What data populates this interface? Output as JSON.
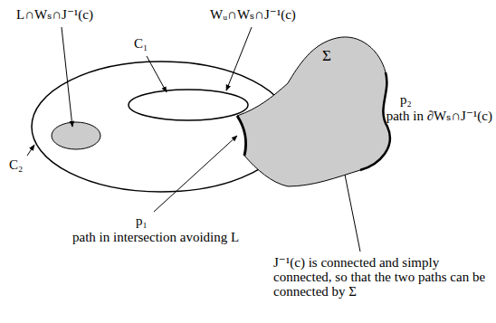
{
  "diagram": {
    "nodes": [
      {
        "text": [
          "Σ"
        ]
      }
    ],
    "labels": [
      "L∩Wₛ∩J⁻¹(c)",
      "C₁",
      "Wᵤ∩Wₛ∩J⁻¹(c)",
      "C₂",
      "p₁",
      "path in intersection avoiding L",
      "p₂",
      "path in ∂Wₛ∩J⁻¹(c)",
      "J⁻¹(c) is connected and simply connected, so that the two paths can be connected by Σ"
    ]
  }
}
